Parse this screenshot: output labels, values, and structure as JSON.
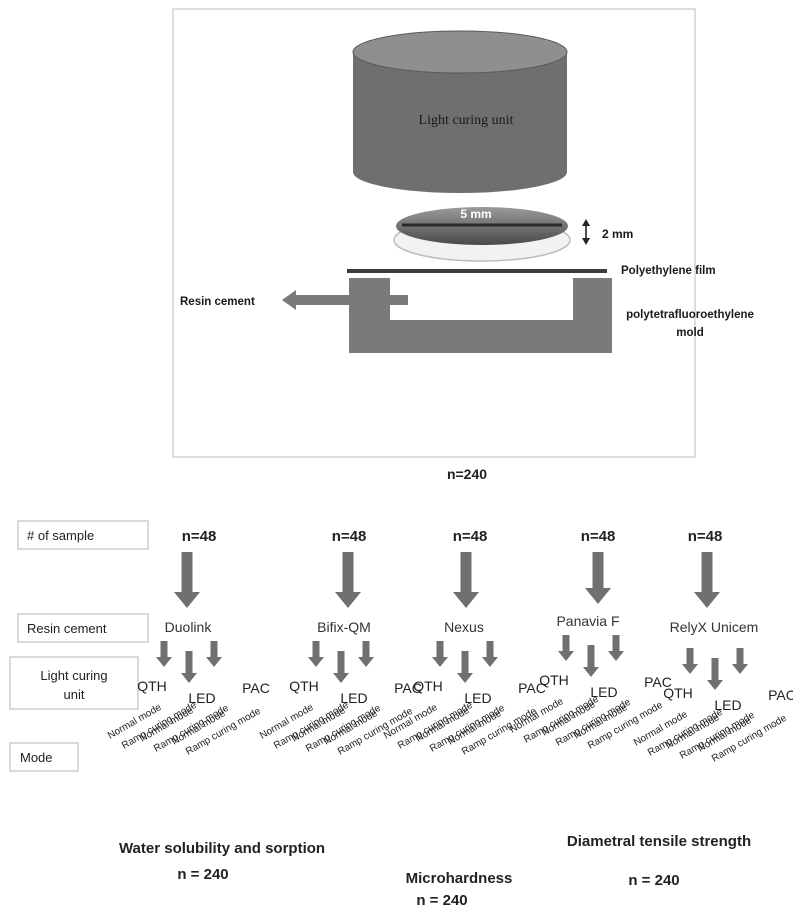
{
  "apparatus": {
    "lcu_label": "Light curing unit",
    "diameter_label": "5 mm",
    "thickness_label": "2 mm",
    "film_label": "Polyethylene film",
    "resin_label": "Resin cement",
    "mold_label_line1": "polytetrafluoroethylene",
    "mold_label_line2": "mold"
  },
  "total_n": "n=240",
  "row_labels": {
    "sample": "#  of sample",
    "resin": "Resin cement",
    "lcu_line1": "Light curing",
    "lcu_line2": "unit",
    "mode": "Mode"
  },
  "groups": [
    {
      "n": "n=48",
      "cement": "Duolink"
    },
    {
      "n": "n=48",
      "cement": "Bifix-QM"
    },
    {
      "n": "n=48",
      "cement": "Nexus"
    },
    {
      "n": "n=48",
      "cement": "Panavia F"
    },
    {
      "n": "n=48",
      "cement": "RelyX Unicem"
    }
  ],
  "curing_units": [
    "QTH",
    "LED",
    "PAC"
  ],
  "modes": [
    "Normal mode",
    "Ramp curing mode"
  ],
  "tests": [
    {
      "name": "Water solubility and sorption",
      "n": "n = 240"
    },
    {
      "name": "Microhardness",
      "n": "n = 240"
    },
    {
      "name": "Diametral tensile strength",
      "n": "n = 240"
    }
  ],
  "colors": {
    "arrow": "#707070",
    "lcu_body": "#6f6f6f",
    "mold": "#7a7a7a",
    "line": "#b5b5b5"
  }
}
